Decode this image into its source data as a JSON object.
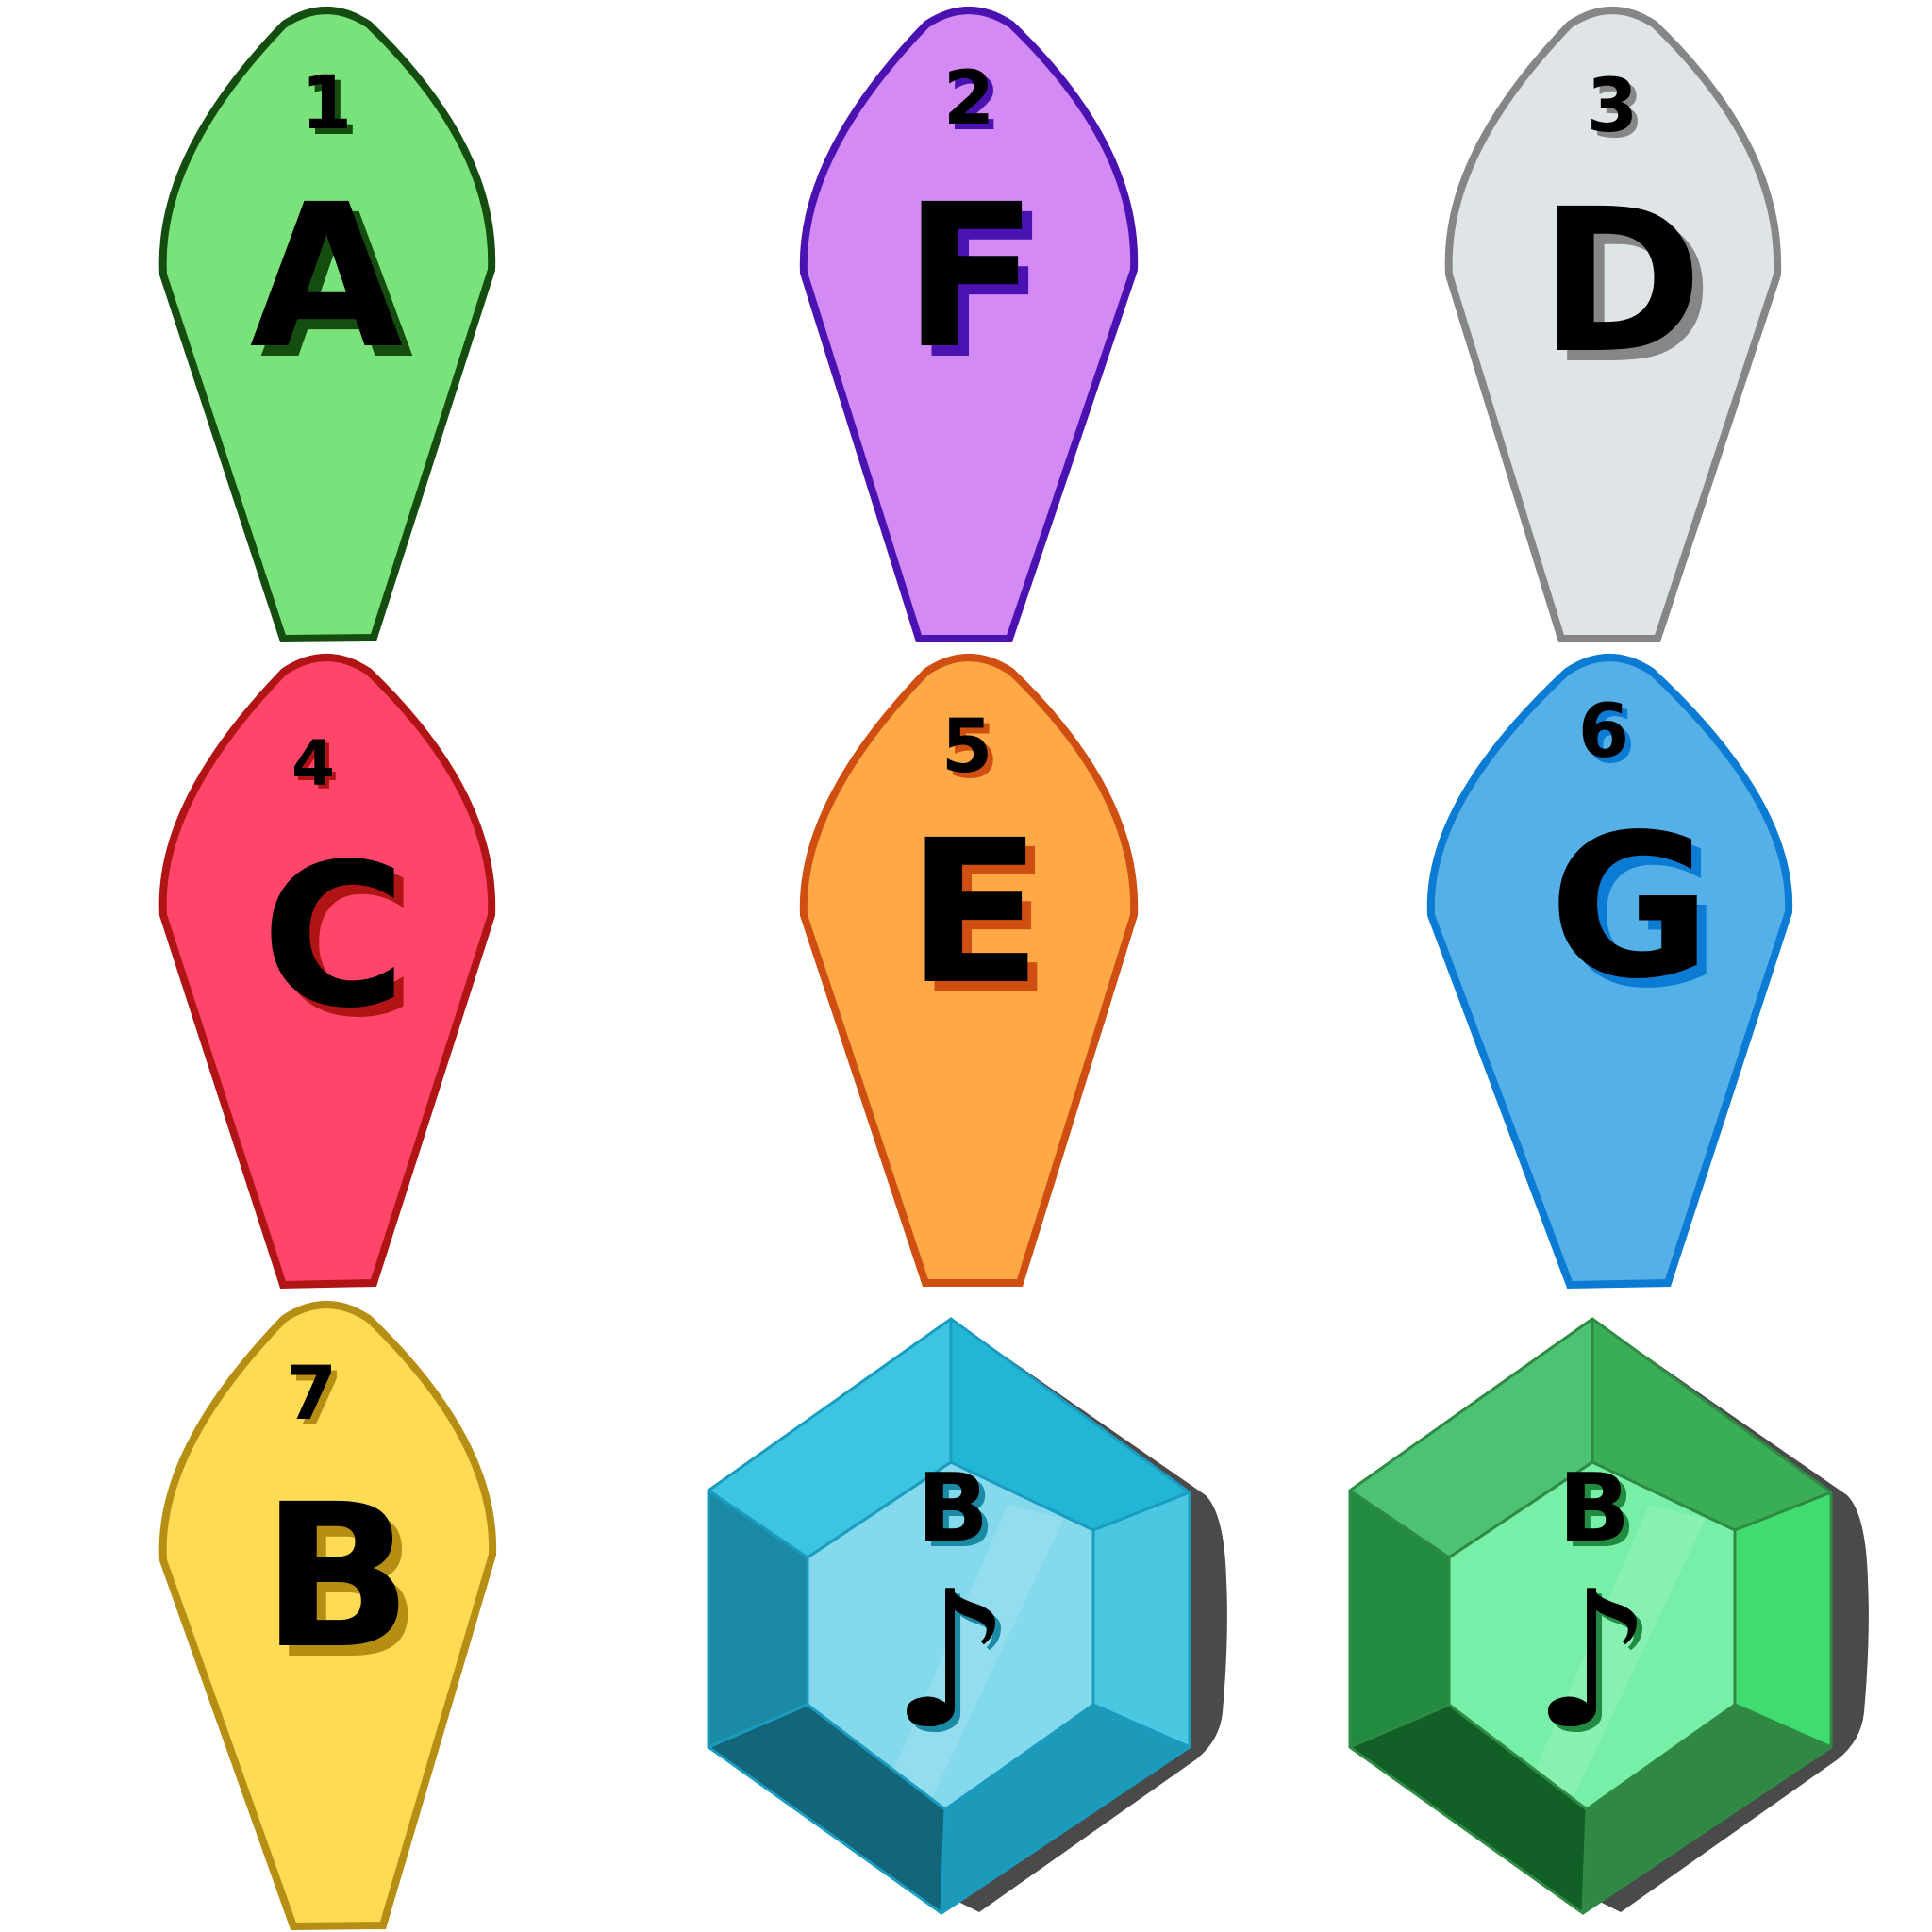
{
  "pendants": [
    {
      "number": "1",
      "note": "A",
      "fill": "#79e27b",
      "stroke": "#144d0f"
    },
    {
      "number": "2",
      "note": "F",
      "fill": "#d48af4",
      "stroke": "#4a12b0"
    },
    {
      "number": "3",
      "note": "D",
      "fill": "#dfe4e6",
      "stroke": "#868686"
    },
    {
      "number": "4",
      "note": "C",
      "fill": "#ff466a",
      "stroke": "#b11414"
    },
    {
      "number": "5",
      "note": "E",
      "fill": "#fea946",
      "stroke": "#cf4e12"
    },
    {
      "number": "6",
      "note": "G",
      "fill": "#55b0e7",
      "stroke": "#0b7bd3"
    },
    {
      "number": "7",
      "note": "B",
      "fill": "#fedb54",
      "stroke": "#b58e13"
    }
  ],
  "gems": [
    {
      "note": "B",
      "symbol": "♪",
      "colors": {
        "top_left": "#3cc4e0",
        "top_right": "#22b6d6",
        "right": "#4ac8e2",
        "left": "#1b8aa5",
        "bottom_left": "#13657a",
        "bottom_right": "#1c9ab8",
        "center": "#84d9ed",
        "edge": "#1a9cc0"
      }
    },
    {
      "note": "B",
      "symbol": "♪",
      "colors": {
        "top_left": "#4cc374",
        "top_right": "#3aad57",
        "right": "#40dc70",
        "left": "#228b42",
        "bottom_left": "#125f27",
        "bottom_right": "#318842",
        "center": "#78efa8",
        "edge": "#2f8a44"
      }
    }
  ]
}
